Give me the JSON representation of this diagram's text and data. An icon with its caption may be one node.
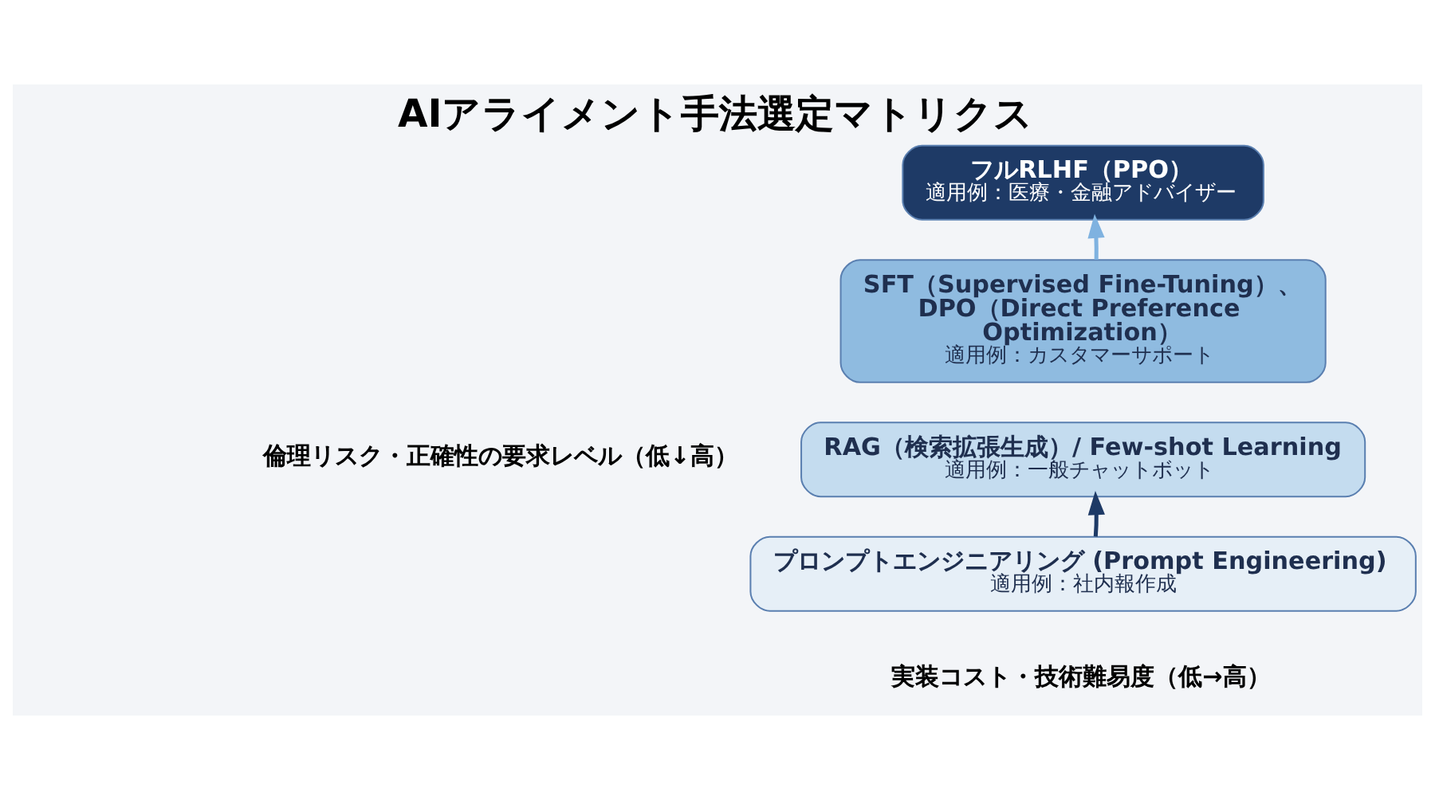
{
  "diagram": {
    "title": "AIアライメント手法選定マトリクス",
    "nodes": [
      {
        "text": [
          "プロンプトエンジニアリング (Prompt Engineering)",
          "適用例：社内報作成"
        ]
      },
      {
        "text": [
          "RAG（検索拡張生成）/ Few-shot Learning",
          "適用例：一般チャットボット"
        ]
      },
      {
        "text": [
          "SFT（Supervised Fine-Tuning）、 DPO（Direct Preference Optimization）",
          "適用例：カスタマーサポート"
        ]
      },
      {
        "text": [
          "フルRLHF（PPO）",
          "適用例：医療・金融アドバイザー"
        ]
      }
    ],
    "edges": [
      {
        "from": 0,
        "to": 1,
        "arrow": "to"
      },
      {
        "from": 2,
        "to": 3,
        "arrow": "to",
        "color": "#7fb2e0"
      }
    ],
    "labels": [
      "倫理リスク・正確性の要求レベル（低↓高）",
      "実装コスト・技術難易度（低→高）"
    ]
  }
}
